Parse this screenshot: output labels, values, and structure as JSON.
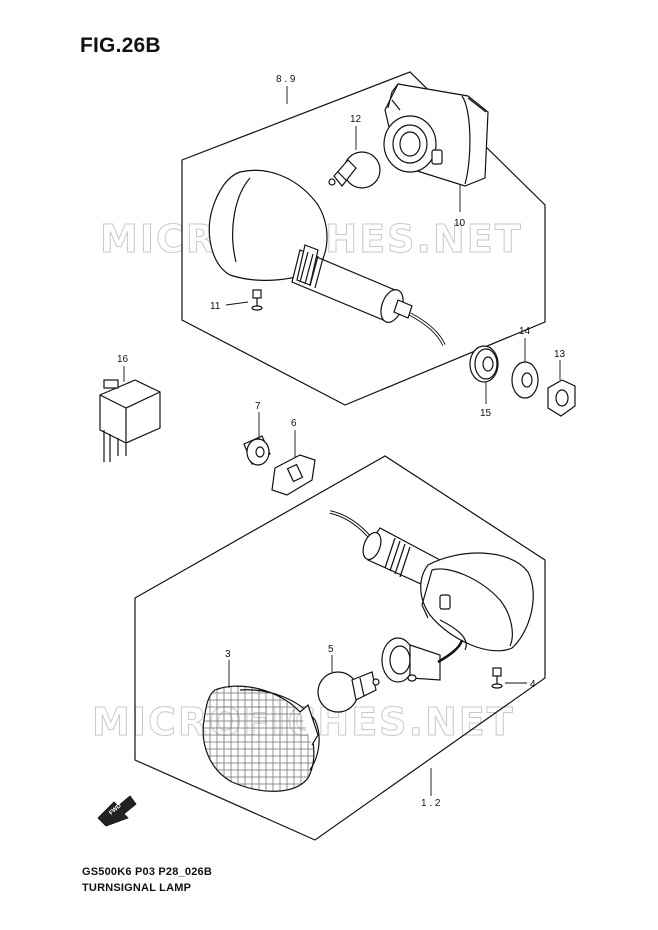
{
  "figure": {
    "title": "FIG.26B"
  },
  "watermark": {
    "text": "MICROFICHES.NET"
  },
  "footer": {
    "code": "GS500K6 P03 P28_026B",
    "name": "TURNSIGNAL LAMP"
  },
  "labels": {
    "a89": "8 . 9",
    "p12": "12",
    "p10": "10",
    "p11": "11",
    "p14": "14",
    "p13": "13",
    "p15": "15",
    "p16": "16",
    "p7": "7",
    "p6": "6",
    "p3": "3",
    "p5": "5",
    "p4": "4",
    "a12": "1 . 2"
  },
  "direction": {
    "text": "FWD"
  }
}
